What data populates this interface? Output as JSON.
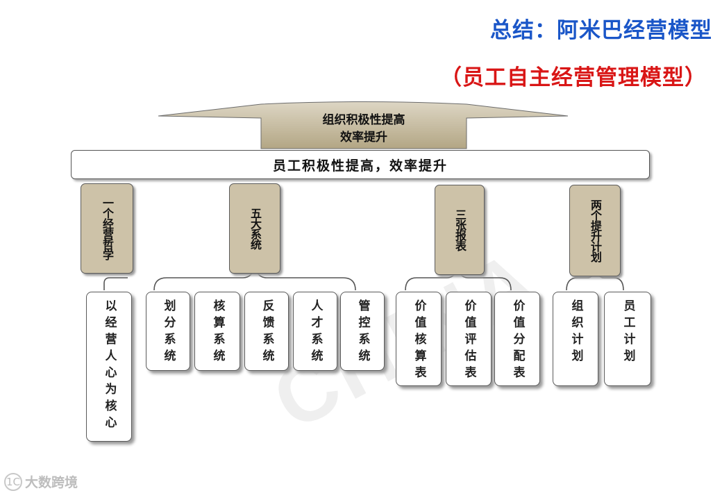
{
  "title": "总结：阿米巴经营模型",
  "subtitle": "（员工自主经营管理模型）",
  "top_box": {
    "line1": "组织积极性提高",
    "line2": "效率提升"
  },
  "banner": "员工积极性提高，效率提升",
  "pillars": [
    {
      "label": "一个经营哲学",
      "leaves": [
        "以经营人心为核心"
      ]
    },
    {
      "label": "五大系统",
      "leaves": [
        "划分系统",
        "核算系统",
        "反馈系统",
        "人才系统",
        "管控系统"
      ]
    },
    {
      "label": "三张报表",
      "leaves": [
        "价值核算表",
        "价值评估表",
        "价值分配表"
      ]
    },
    {
      "label": "两个提升计划",
      "leaves": [
        "组织计划",
        "员工计划"
      ]
    }
  ],
  "watermark": "CHINA",
  "logo": {
    "mark": "1C",
    "text": "大数跨境"
  }
}
